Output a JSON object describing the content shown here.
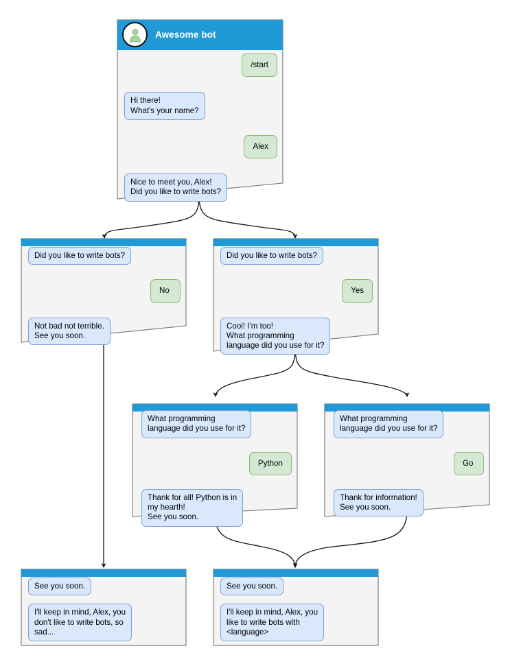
{
  "diagram": {
    "type": "bot-conversation-flow",
    "title": "Awesome bot conversation flow",
    "colors": {
      "header_blue": "#1f9ad6",
      "node_background": "#f4f4f4",
      "node_border": "#808080",
      "bot_bubble_fill": "#dae8fc",
      "bot_bubble_border": "#7d9fd0",
      "user_bubble_fill": "#d5e8d4",
      "user_bubble_border": "#8cba6a",
      "avatar_person": "#a9d3a0",
      "edge_color": "#1a1a1a"
    }
  },
  "nodes": [
    {
      "id": "root",
      "name": "root-node",
      "header_style": "big",
      "avatar_icon": "person-avatar-icon",
      "bot_title": "Awesome bot",
      "messages": [
        {
          "side": "right",
          "author": "user",
          "text": "/start"
        },
        {
          "side": "left",
          "author": "bot",
          "text": "Hi there!\nWhat's your name?"
        },
        {
          "side": "right",
          "author": "user",
          "text": "Alex"
        },
        {
          "side": "left",
          "author": "bot",
          "text": "Nice to meet you, Alex!\nDid you like to write bots?"
        }
      ]
    },
    {
      "id": "no-branch",
      "name": "no-branch-node",
      "header_style": "thin",
      "messages": [
        {
          "side": "left",
          "author": "bot",
          "text": "Did you like to write bots?"
        },
        {
          "side": "right",
          "author": "user",
          "text": "No"
        },
        {
          "side": "left",
          "author": "bot",
          "text": "Not bad not terrible.\nSee you soon."
        }
      ]
    },
    {
      "id": "yes-branch",
      "name": "yes-branch-node",
      "header_style": "thin",
      "messages": [
        {
          "side": "left",
          "author": "bot",
          "text": "Did you like to write bots?"
        },
        {
          "side": "right",
          "author": "user",
          "text": "Yes"
        },
        {
          "side": "left",
          "author": "bot",
          "text": "Cool! I'm too!\nWhat programming\nlanguage did you use for it?"
        }
      ]
    },
    {
      "id": "python-branch",
      "name": "python-branch-node",
      "header_style": "thin",
      "messages": [
        {
          "side": "left",
          "author": "bot",
          "text": "What programming\nlanguage did you use for it?"
        },
        {
          "side": "right",
          "author": "user",
          "text": "Python"
        },
        {
          "side": "left",
          "author": "bot",
          "text": "Thank for all! Python is in\nmy hearth!\nSee you soon."
        }
      ]
    },
    {
      "id": "go-branch",
      "name": "go-branch-node",
      "header_style": "thin",
      "messages": [
        {
          "side": "left",
          "author": "bot",
          "text": "What programming\nlanguage did you use for it?"
        },
        {
          "side": "right",
          "author": "user",
          "text": "Go"
        },
        {
          "side": "left",
          "author": "bot",
          "text": "Thank for information!\nSee you soon."
        }
      ]
    },
    {
      "id": "end-no",
      "name": "end-no-node",
      "header_style": "thin",
      "messages": [
        {
          "side": "left",
          "author": "bot",
          "text": "See you soon."
        },
        {
          "side": "left",
          "author": "bot",
          "text": "I'll keep in mind, Alex, you\ndon't like to write bots, so\nsad..."
        }
      ]
    },
    {
      "id": "end-yes",
      "name": "end-yes-node",
      "header_style": "thin",
      "messages": [
        {
          "side": "left",
          "author": "bot",
          "text": "See you soon."
        },
        {
          "side": "left",
          "author": "bot",
          "text": "I'll keep in mind, Alex, you\nlike to write bots with\n<language>"
        }
      ]
    }
  ]
}
